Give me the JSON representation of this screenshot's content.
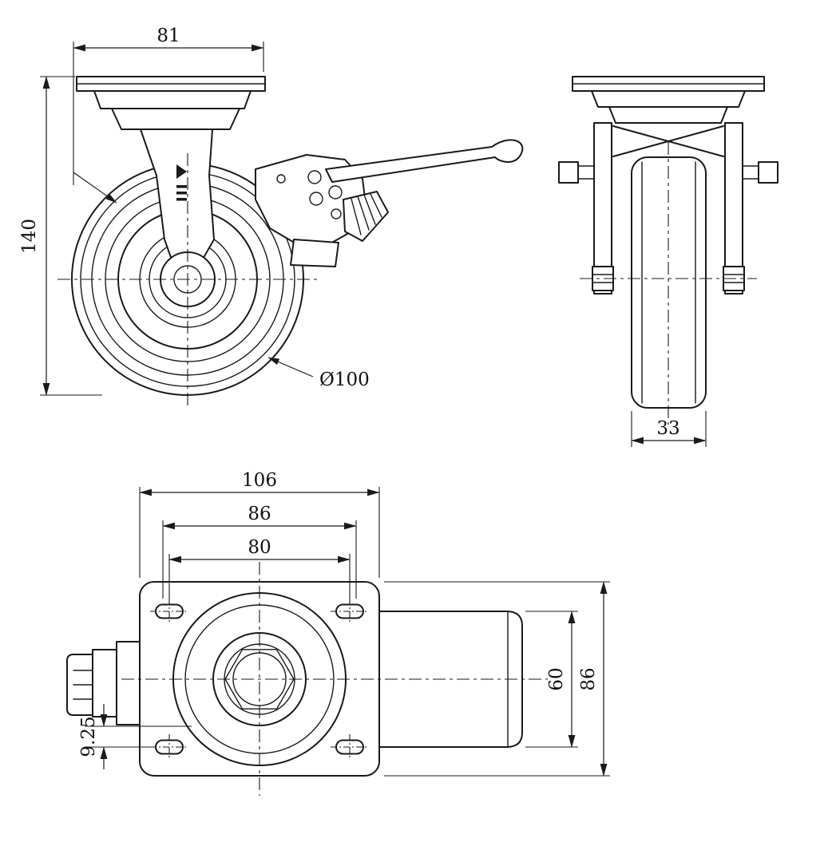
{
  "drawing": {
    "line_color": "#1a1a1a",
    "background": "#ffffff"
  },
  "views": {
    "front": {
      "dims": {
        "plate_width": "81",
        "overall_height": "140",
        "wheel_diameter": "Ø100"
      }
    },
    "side": {
      "dims": {
        "wheel_width": "33"
      }
    },
    "plan": {
      "dims": {
        "plate_length": "106",
        "bolt_slot_outer": "86",
        "bolt_slot_centers": "80",
        "wheel_width": "60",
        "plate_width": "86",
        "slot_edge_offset": "9.25"
      }
    }
  }
}
